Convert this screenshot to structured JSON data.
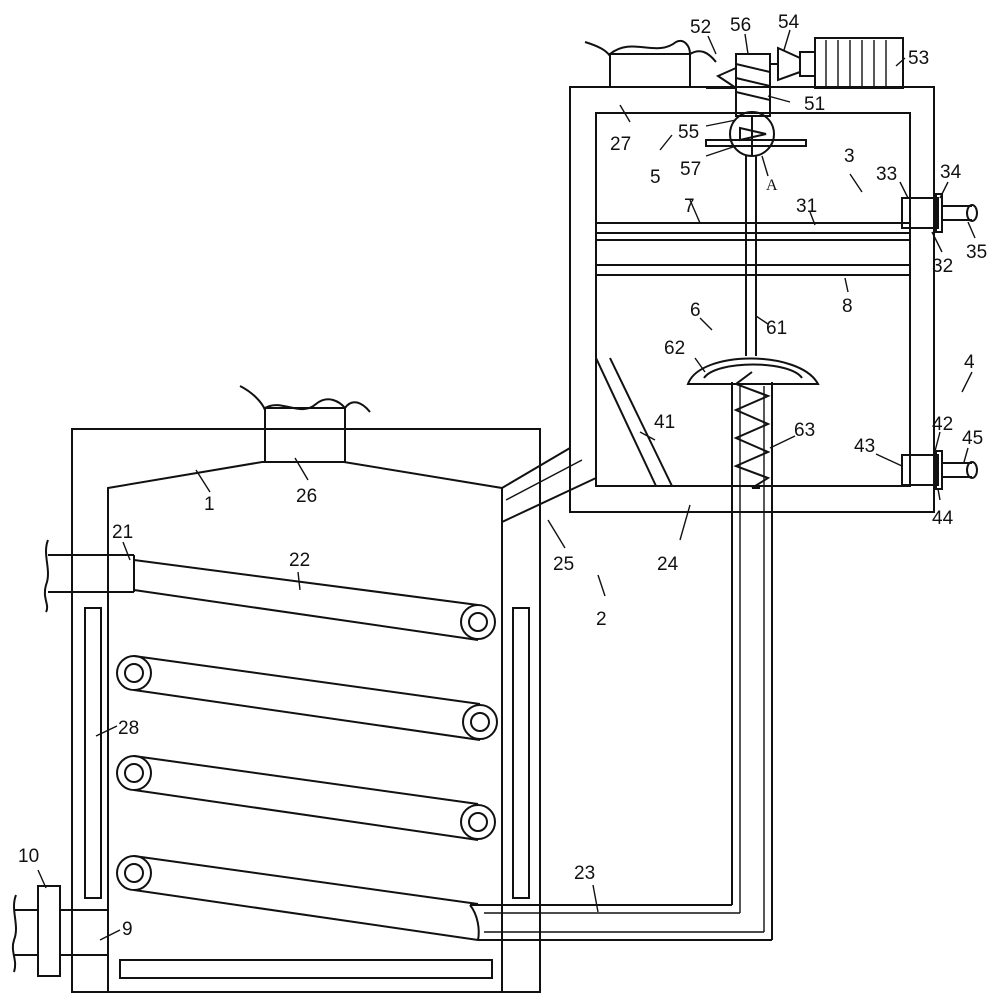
{
  "diagram": {
    "labels": {
      "l1": "1",
      "l2": "2",
      "l3": "3",
      "l4": "4",
      "l5": "5",
      "l6": "6",
      "l7": "7",
      "l8": "8",
      "l9": "9",
      "l10": "10",
      "l21": "21",
      "l22": "22",
      "l23": "23",
      "l24": "24",
      "l25": "25",
      "l26": "26",
      "l27": "27",
      "l28": "28",
      "l31": "31",
      "l32": "32",
      "l33": "33",
      "l34": "34",
      "l35": "35",
      "l41": "41",
      "l42": "42",
      "l43": "43",
      "l44": "44",
      "l45": "45",
      "l51": "51",
      "l52": "52",
      "l53": "53",
      "l54": "54",
      "l55": "55",
      "l56": "56",
      "l57": "57",
      "l61": "61",
      "l62": "62",
      "l63": "63",
      "lA": "A"
    }
  }
}
